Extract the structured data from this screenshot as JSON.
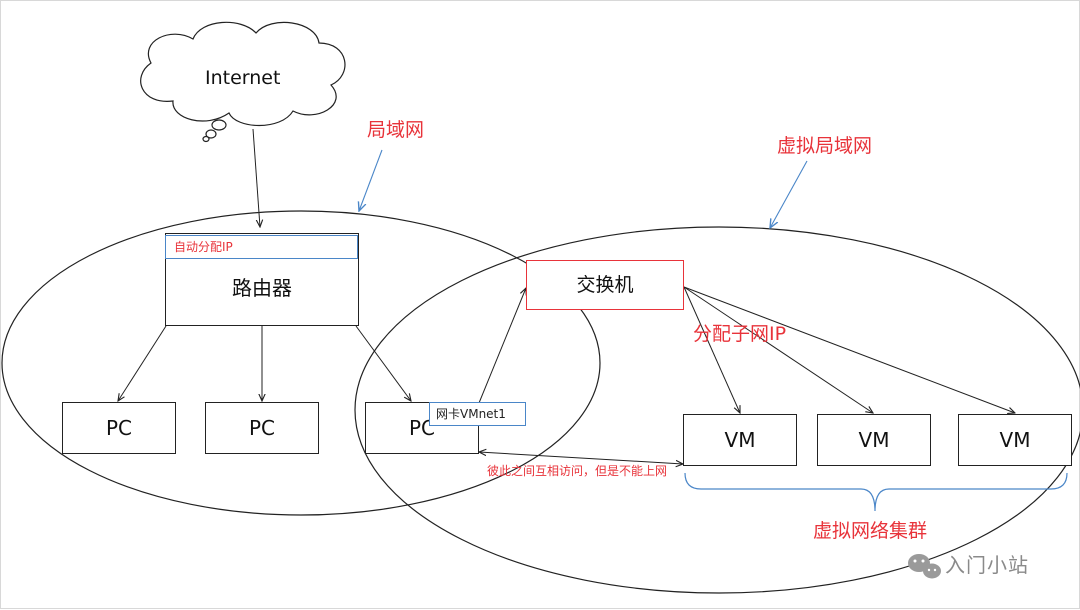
{
  "diagram": {
    "internet_label": "Internet",
    "lan_label": "局域网",
    "virtual_lan_label": "虚拟局域网",
    "router": {
      "label": "路由器",
      "tag": "自动分配IP"
    },
    "switch_label": "交换机",
    "subnet_label": "分配子网IP",
    "pcs": [
      "PC",
      "PC",
      "PC"
    ],
    "nic_label": "网卡VMnet1",
    "vms": [
      "VM",
      "VM",
      "VM"
    ],
    "cluster_label": "虚拟网络集群",
    "mutual_access_label": "彼此之间互相访问，但是不能上网",
    "watermark": "入门小站"
  },
  "colors": {
    "accent_red": "#e8333a",
    "accent_blue": "#4a86c8",
    "line": "#222222"
  }
}
